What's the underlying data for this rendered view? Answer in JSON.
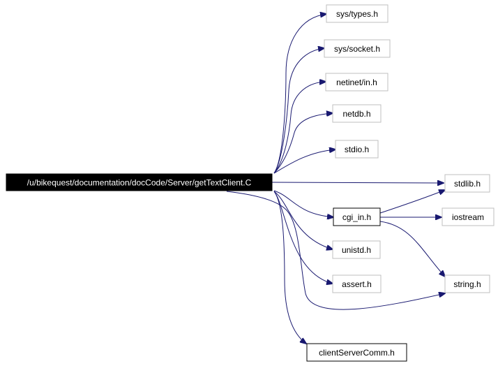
{
  "graph": {
    "root": "/u/bikequest/documentation/docCode/Server/getTextClient.C",
    "nodes": {
      "sys_types": "sys/types.h",
      "sys_socket": "sys/socket.h",
      "netinet_in": "netinet/in.h",
      "netdb": "netdb.h",
      "stdio": "stdio.h",
      "stdlib": "stdlib.h",
      "cgi_in": "cgi_in.h",
      "iostream": "iostream",
      "unistd": "unistd.h",
      "assert": "assert.h",
      "string": "string.h",
      "clientServerComm": "clientServerComm.h"
    }
  },
  "colors": {
    "edge": "#191970",
    "root_fill": "#000000",
    "root_text": "#ffffff",
    "node_border": "#bfbfbf",
    "linked_node_border": "#000000"
  }
}
